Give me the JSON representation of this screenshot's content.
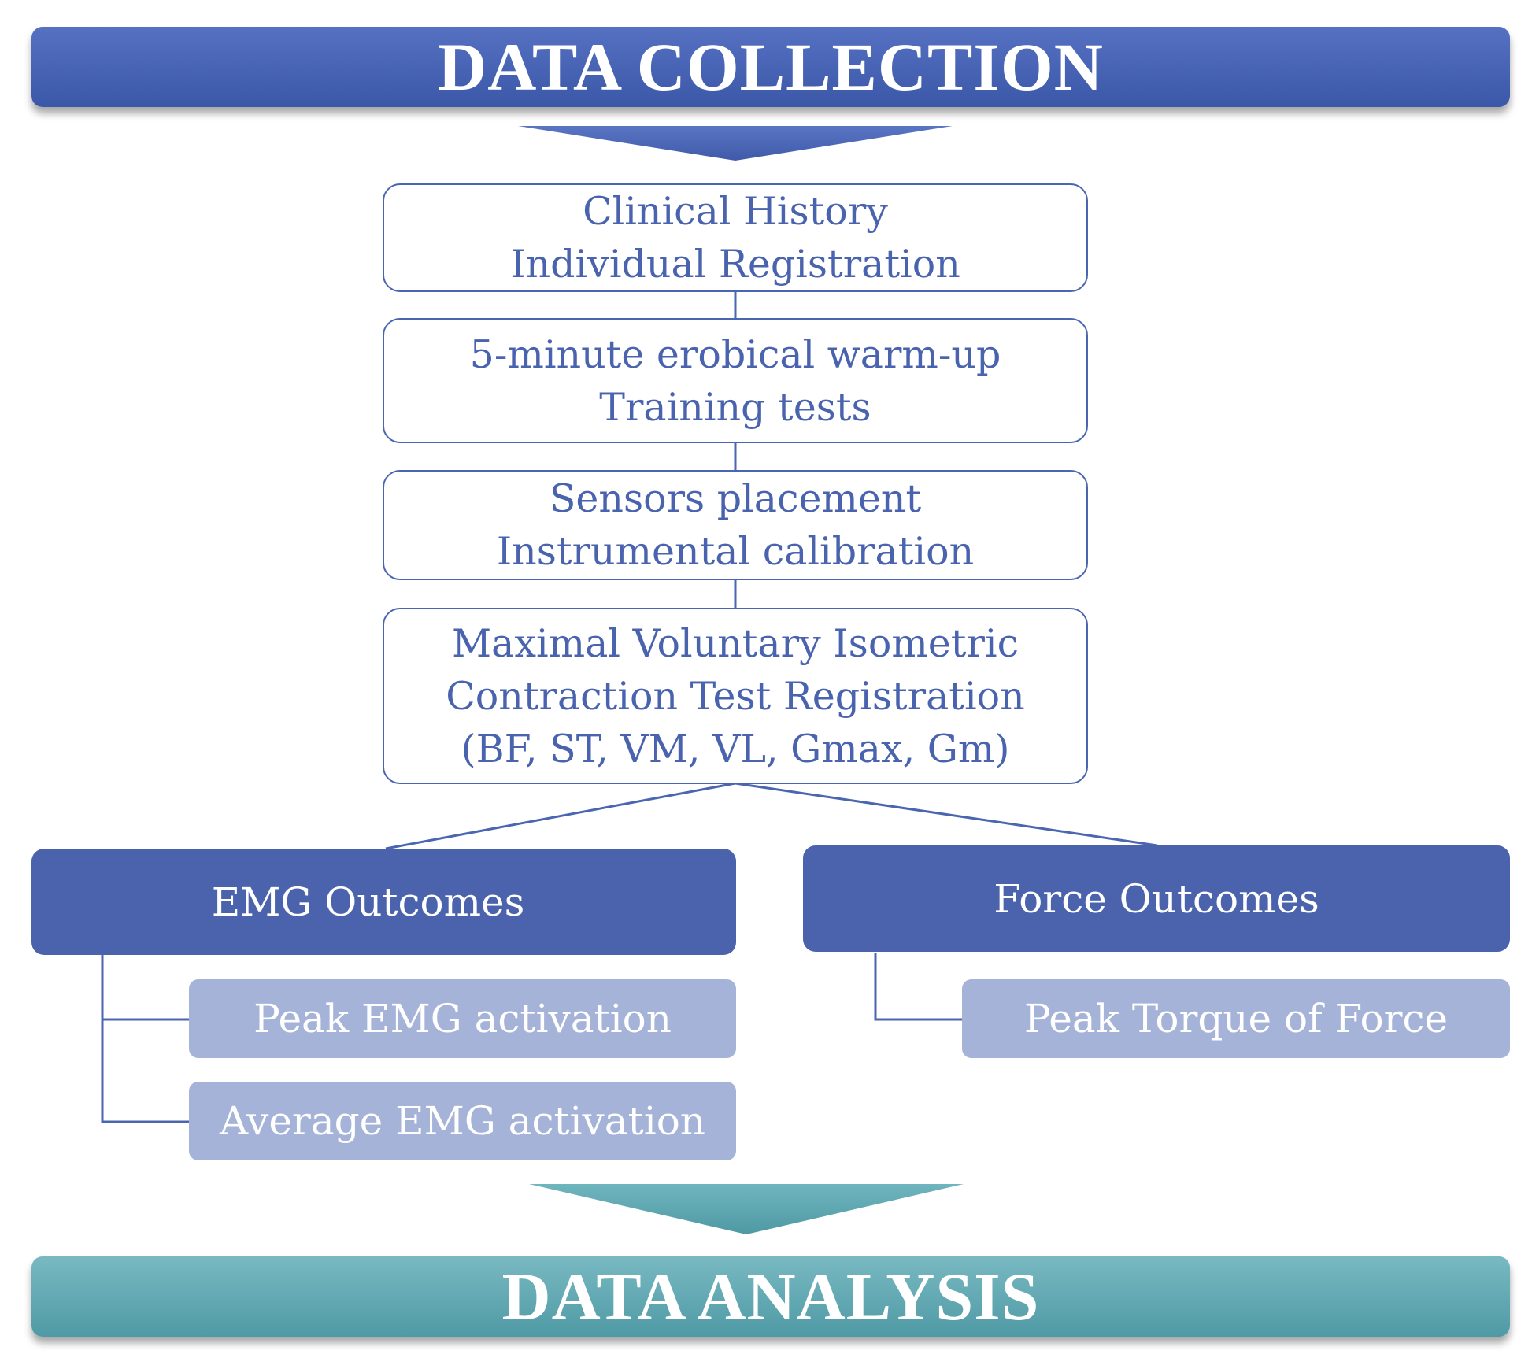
{
  "header": {
    "title": "DATA COLLECTION"
  },
  "steps": [
    {
      "line1": "Clinical History",
      "line2": "Individual Registration"
    },
    {
      "line1": "5-minute erobical warm-up",
      "line2": "Training tests"
    },
    {
      "line1": "Sensors placement",
      "line2": "Instrumental calibration"
    },
    {
      "line1": "Maximal Voluntary Isometric",
      "line2": "Contraction Test Registration",
      "line3": "(BF, ST, VM, VL, Gmax, Gm)"
    }
  ],
  "emg": {
    "title": "EMG Outcomes",
    "items": [
      "Peak EMG activation",
      "Average EMG activation"
    ]
  },
  "force": {
    "title": "Force Outcomes",
    "items": [
      "Peak Torque of Force"
    ]
  },
  "footer": {
    "title": "DATA ANALYSIS"
  },
  "colors": {
    "header_blue": "#4a63ae",
    "outcome_blue": "#4b63ad",
    "sub_lavender": "#a6b3d8",
    "footer_teal": "#5ea6b0",
    "connector": "#4a66b1"
  }
}
